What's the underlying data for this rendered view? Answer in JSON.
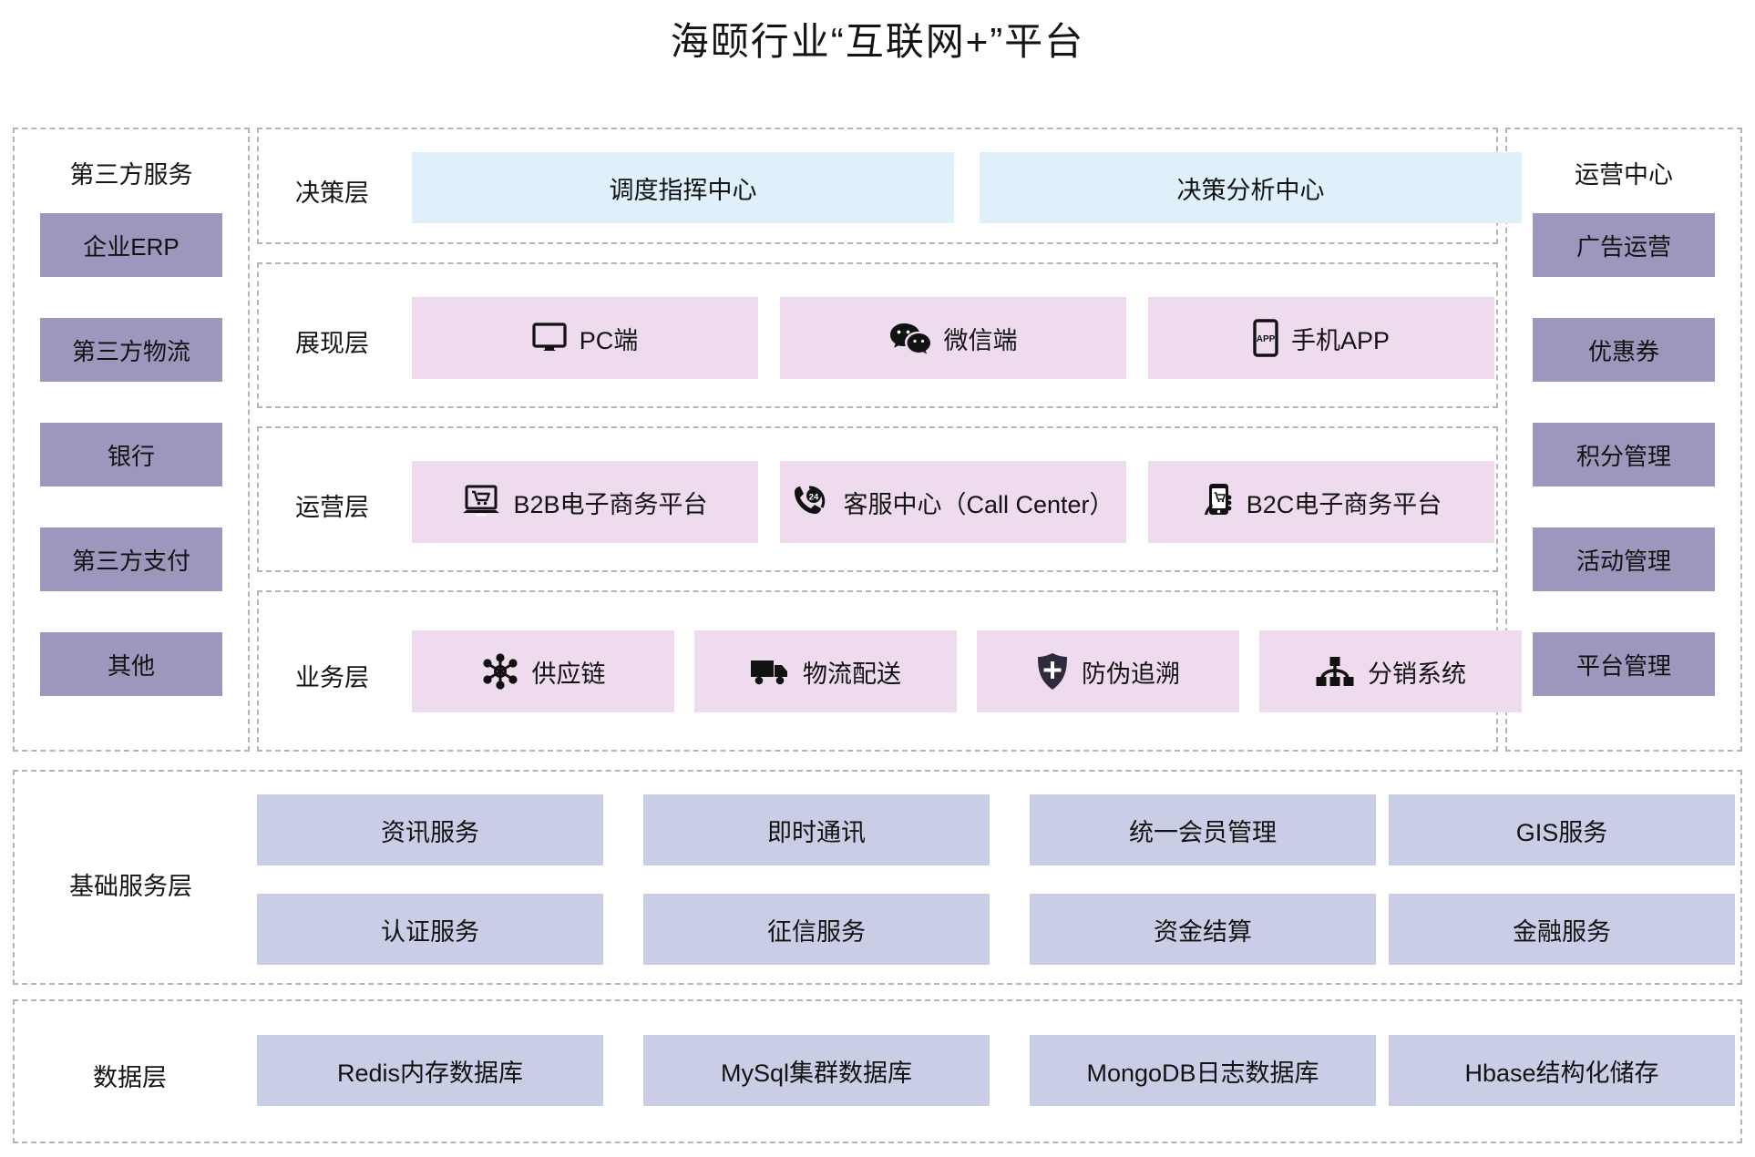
{
  "title": "海颐行业“互联网+”平台",
  "left_panel": {
    "heading": "第三方服务",
    "items": [
      {
        "label": "企业ERP"
      },
      {
        "label": "第三方物流"
      },
      {
        "label": "银行"
      },
      {
        "label": "第三方支付"
      },
      {
        "label": "其他"
      }
    ]
  },
  "right_panel": {
    "heading": "运营中心",
    "items": [
      {
        "label": "广告运营"
      },
      {
        "label": "优惠券"
      },
      {
        "label": "积分管理"
      },
      {
        "label": "活动管理"
      },
      {
        "label": "平台管理"
      }
    ]
  },
  "layers": {
    "decision": {
      "label": "决策层",
      "items": [
        {
          "label": "调度指挥中心"
        },
        {
          "label": "决策分析中心"
        }
      ]
    },
    "presentation": {
      "label": "展现层",
      "items": [
        {
          "label": "PC端",
          "icon": "monitor-icon"
        },
        {
          "label": "微信端",
          "icon": "wechat-icon"
        },
        {
          "label": "手机APP",
          "icon": "mobile-app-icon"
        }
      ]
    },
    "operation": {
      "label": "运营层",
      "items": [
        {
          "label": "B2B电子商务平台",
          "icon": "laptop-cart-icon"
        },
        {
          "label": "客服中心（Call Center）",
          "icon": "phone-24-icon"
        },
        {
          "label": "B2C电子商务平台",
          "icon": "phone-cart-icon"
        }
      ]
    },
    "business": {
      "label": "业务层",
      "items": [
        {
          "label": "供应链",
          "icon": "network-nodes-icon"
        },
        {
          "label": "物流配送",
          "icon": "truck-icon"
        },
        {
          "label": "防伪追溯",
          "icon": "shield-plus-icon"
        },
        {
          "label": "分销系统",
          "icon": "hierarchy-icon"
        }
      ]
    },
    "base_service": {
      "label": "基础服务层",
      "row1": [
        {
          "label": "资讯服务"
        },
        {
          "label": "即时通讯"
        },
        {
          "label": "统一会员管理"
        },
        {
          "label": "GIS服务"
        }
      ],
      "row2": [
        {
          "label": "认证服务"
        },
        {
          "label": "征信服务"
        },
        {
          "label": "资金结算"
        },
        {
          "label": "金融服务"
        }
      ]
    },
    "data": {
      "label": "数据层",
      "items": [
        {
          "label": "Redis内存数据库"
        },
        {
          "label": "MySql集群数据库"
        },
        {
          "label": "MongoDB日志数据库"
        },
        {
          "label": "Hbase结构化储存"
        }
      ]
    }
  },
  "colors": {
    "side_box": "#9c97bc",
    "decision_box": "#dff0fa",
    "pink_box": "#eedcee",
    "lilac_box": "#c9cde6",
    "dashed_border": "#b5b5b5"
  }
}
